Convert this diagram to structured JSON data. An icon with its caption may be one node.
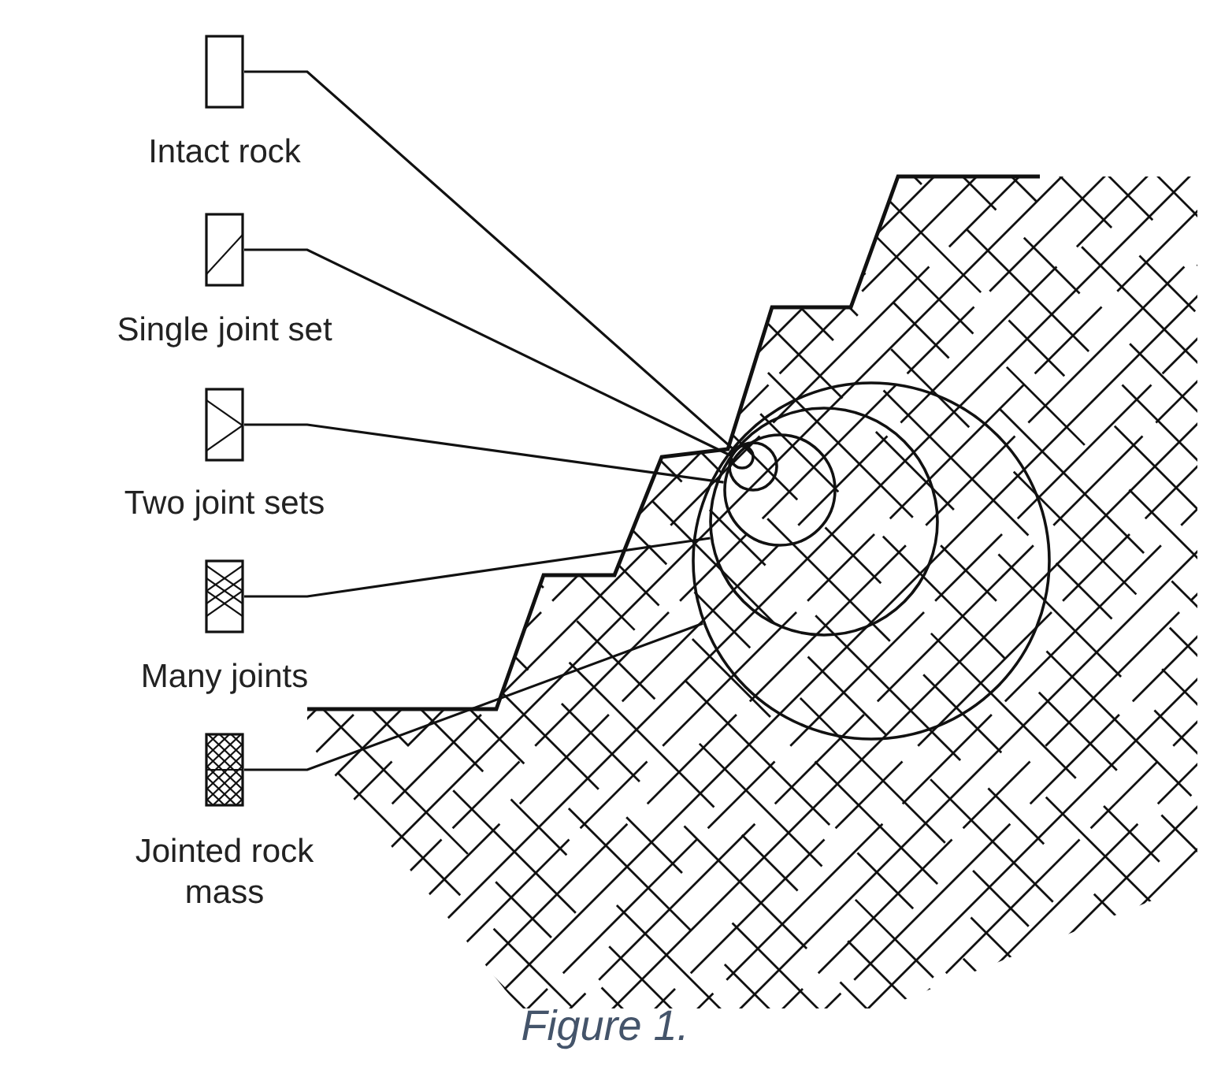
{
  "diagram": {
    "caption": "Figure 1.",
    "nodes": [
      {
        "text": [
          "Intact rock"
        ]
      },
      {
        "text": [
          "Single joint set"
        ]
      },
      {
        "text": [
          "Two joint sets"
        ]
      },
      {
        "text": [
          "Many joints"
        ]
      },
      {
        "text": [
          "Jointed rock mass"
        ]
      },
      {
        "text": [],
        "shape": "circle",
        "in": 6
      },
      {
        "text": [],
        "shape": "circle",
        "in": 7
      },
      {
        "text": [],
        "shape": "circle",
        "in": 8
      },
      {
        "text": [],
        "shape": "circle",
        "in": 9
      },
      {
        "text": [],
        "shape": "circle"
      }
    ],
    "edges": [
      {
        "from": 0,
        "to": 5,
        "arrow": "none"
      },
      {
        "from": 1,
        "to": 6,
        "arrow": "none"
      },
      {
        "from": 2,
        "to": 7,
        "arrow": "none"
      },
      {
        "from": 3,
        "to": 8,
        "arrow": "none"
      },
      {
        "from": 4,
        "to": 9,
        "arrow": "none"
      }
    ]
  }
}
